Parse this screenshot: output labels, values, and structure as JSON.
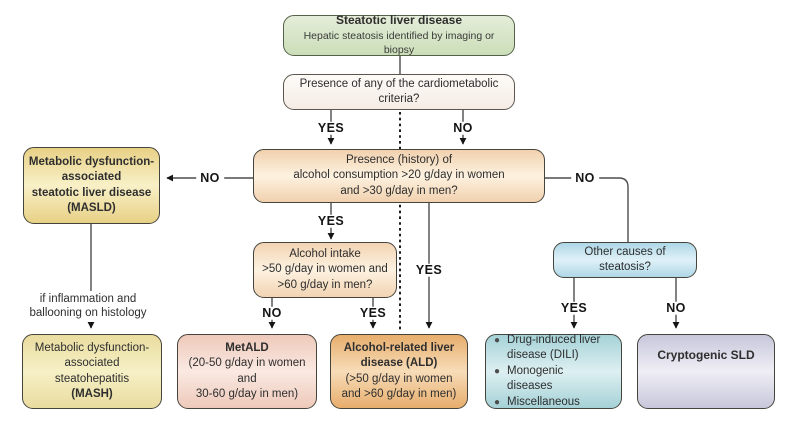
{
  "edge_labels": {
    "cardio_yes": "YES",
    "cardio_no": "NO",
    "history_no": "NO",
    "intake_yes": "YES",
    "ald_yes": "YES",
    "alcohol_no": "NO",
    "alcohol_yes": "YES",
    "other_branch_no": "NO",
    "other_yes": "YES",
    "other_no": "NO"
  },
  "nodes": {
    "sld": {
      "title": "Steatotic liver disease",
      "subtitle": "Hepatic steatosis identified by imaging or biopsy"
    },
    "cardiometabolic": {
      "text": "Presence of any of the cardiometabolic criteria?"
    },
    "alcohol_history": {
      "lines": [
        "Presence (history) of",
        "alcohol consumption >20 g/day in women",
        "and >30 g/day in men?"
      ]
    },
    "masld": {
      "lines": [
        "Metabolic dysfunction-",
        "associated",
        "steatotic liver disease",
        "(MASLD)"
      ]
    },
    "alcohol_intake": {
      "lines": [
        "Alcohol intake",
        ">50 g/day in women and",
        ">60 g/day in men?"
      ]
    },
    "other_causes": {
      "lines": [
        "Other causes of",
        "steatosis?"
      ]
    },
    "histology_note": {
      "lines": [
        "if inflammation and",
        "ballooning on histology"
      ]
    },
    "mash": {
      "lines": [
        "Metabolic dysfunction-",
        "associated",
        "steatohepatitis"
      ],
      "acronym": "(MASH)"
    },
    "metald": {
      "title": "MetALD",
      "lines": [
        "(20-50 g/day in women",
        "and",
        "30-60 g/day in men)"
      ]
    },
    "ald": {
      "title_lines": [
        "Alcohol-related liver",
        "disease (ALD)"
      ],
      "lines": [
        "(>50 g/day in women",
        "and >60 g/day in men)"
      ]
    },
    "dili": {
      "bullets": [
        "Drug-induced liver disease (DILI)",
        "Monogenic diseases",
        "Miscellaneous"
      ]
    },
    "cryptogenic": {
      "title": "Cryptogenic SLD"
    }
  },
  "colors": {
    "sld_green": "#d5e3c4",
    "neutral_cream": "#faf6f1",
    "history_peach": "#f7e3cb",
    "masld_yellow": "#eed98e",
    "mash_yellow": "#f2e9b6",
    "metald_pink": "#f4d5c9",
    "ald_orange": "#edb97e",
    "dili_teal": "#bfdfe2",
    "cryptogenic_lavender": "#d9d9e6",
    "other_causes_blue": "#c3e1ee",
    "line_gray": "#4d4d4d"
  }
}
